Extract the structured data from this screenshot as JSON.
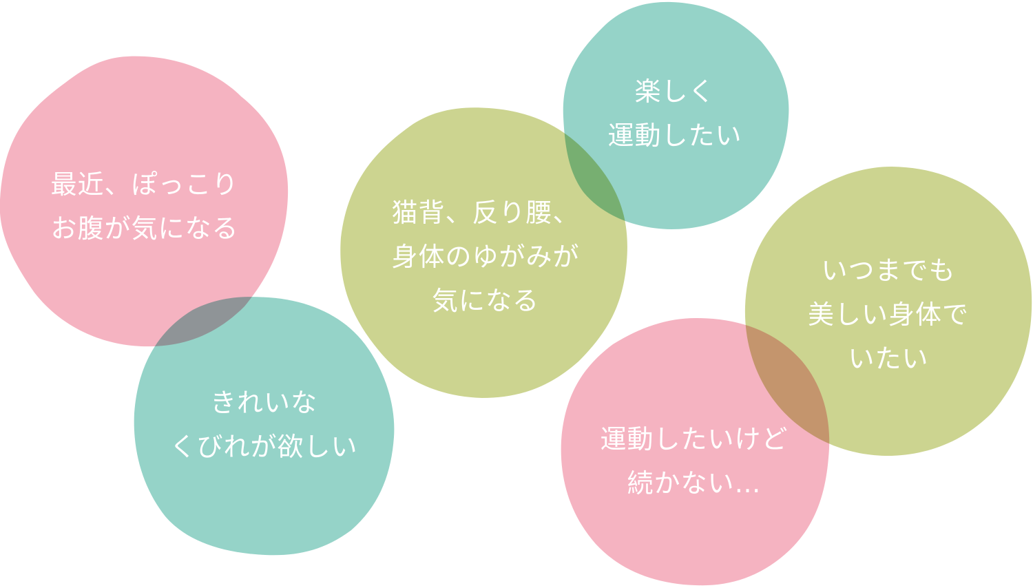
{
  "colors": {
    "pink": "#f5b3c1",
    "teal": "#95d3c8",
    "olive": "#ccd490",
    "text": "#ffffff"
  },
  "bubbles": [
    {
      "id": "belly",
      "color": "pink",
      "lines": [
        "最近、ぽっこり",
        "お腹が気になる"
      ]
    },
    {
      "id": "waist",
      "color": "teal",
      "lines": [
        "きれいな",
        "くびれが欲しい"
      ]
    },
    {
      "id": "posture",
      "color": "olive",
      "lines": [
        "猫背、反り腰、",
        "身体のゆがみが",
        "気になる"
      ]
    },
    {
      "id": "fun",
      "color": "teal",
      "lines": [
        "楽しく",
        "運動したい"
      ]
    },
    {
      "id": "continue",
      "color": "pink",
      "lines": [
        "運動したいけど",
        "続かない…"
      ]
    },
    {
      "id": "beauty",
      "color": "olive",
      "lines": [
        "いつまでも",
        "美しい身体で",
        "いたい"
      ]
    }
  ]
}
